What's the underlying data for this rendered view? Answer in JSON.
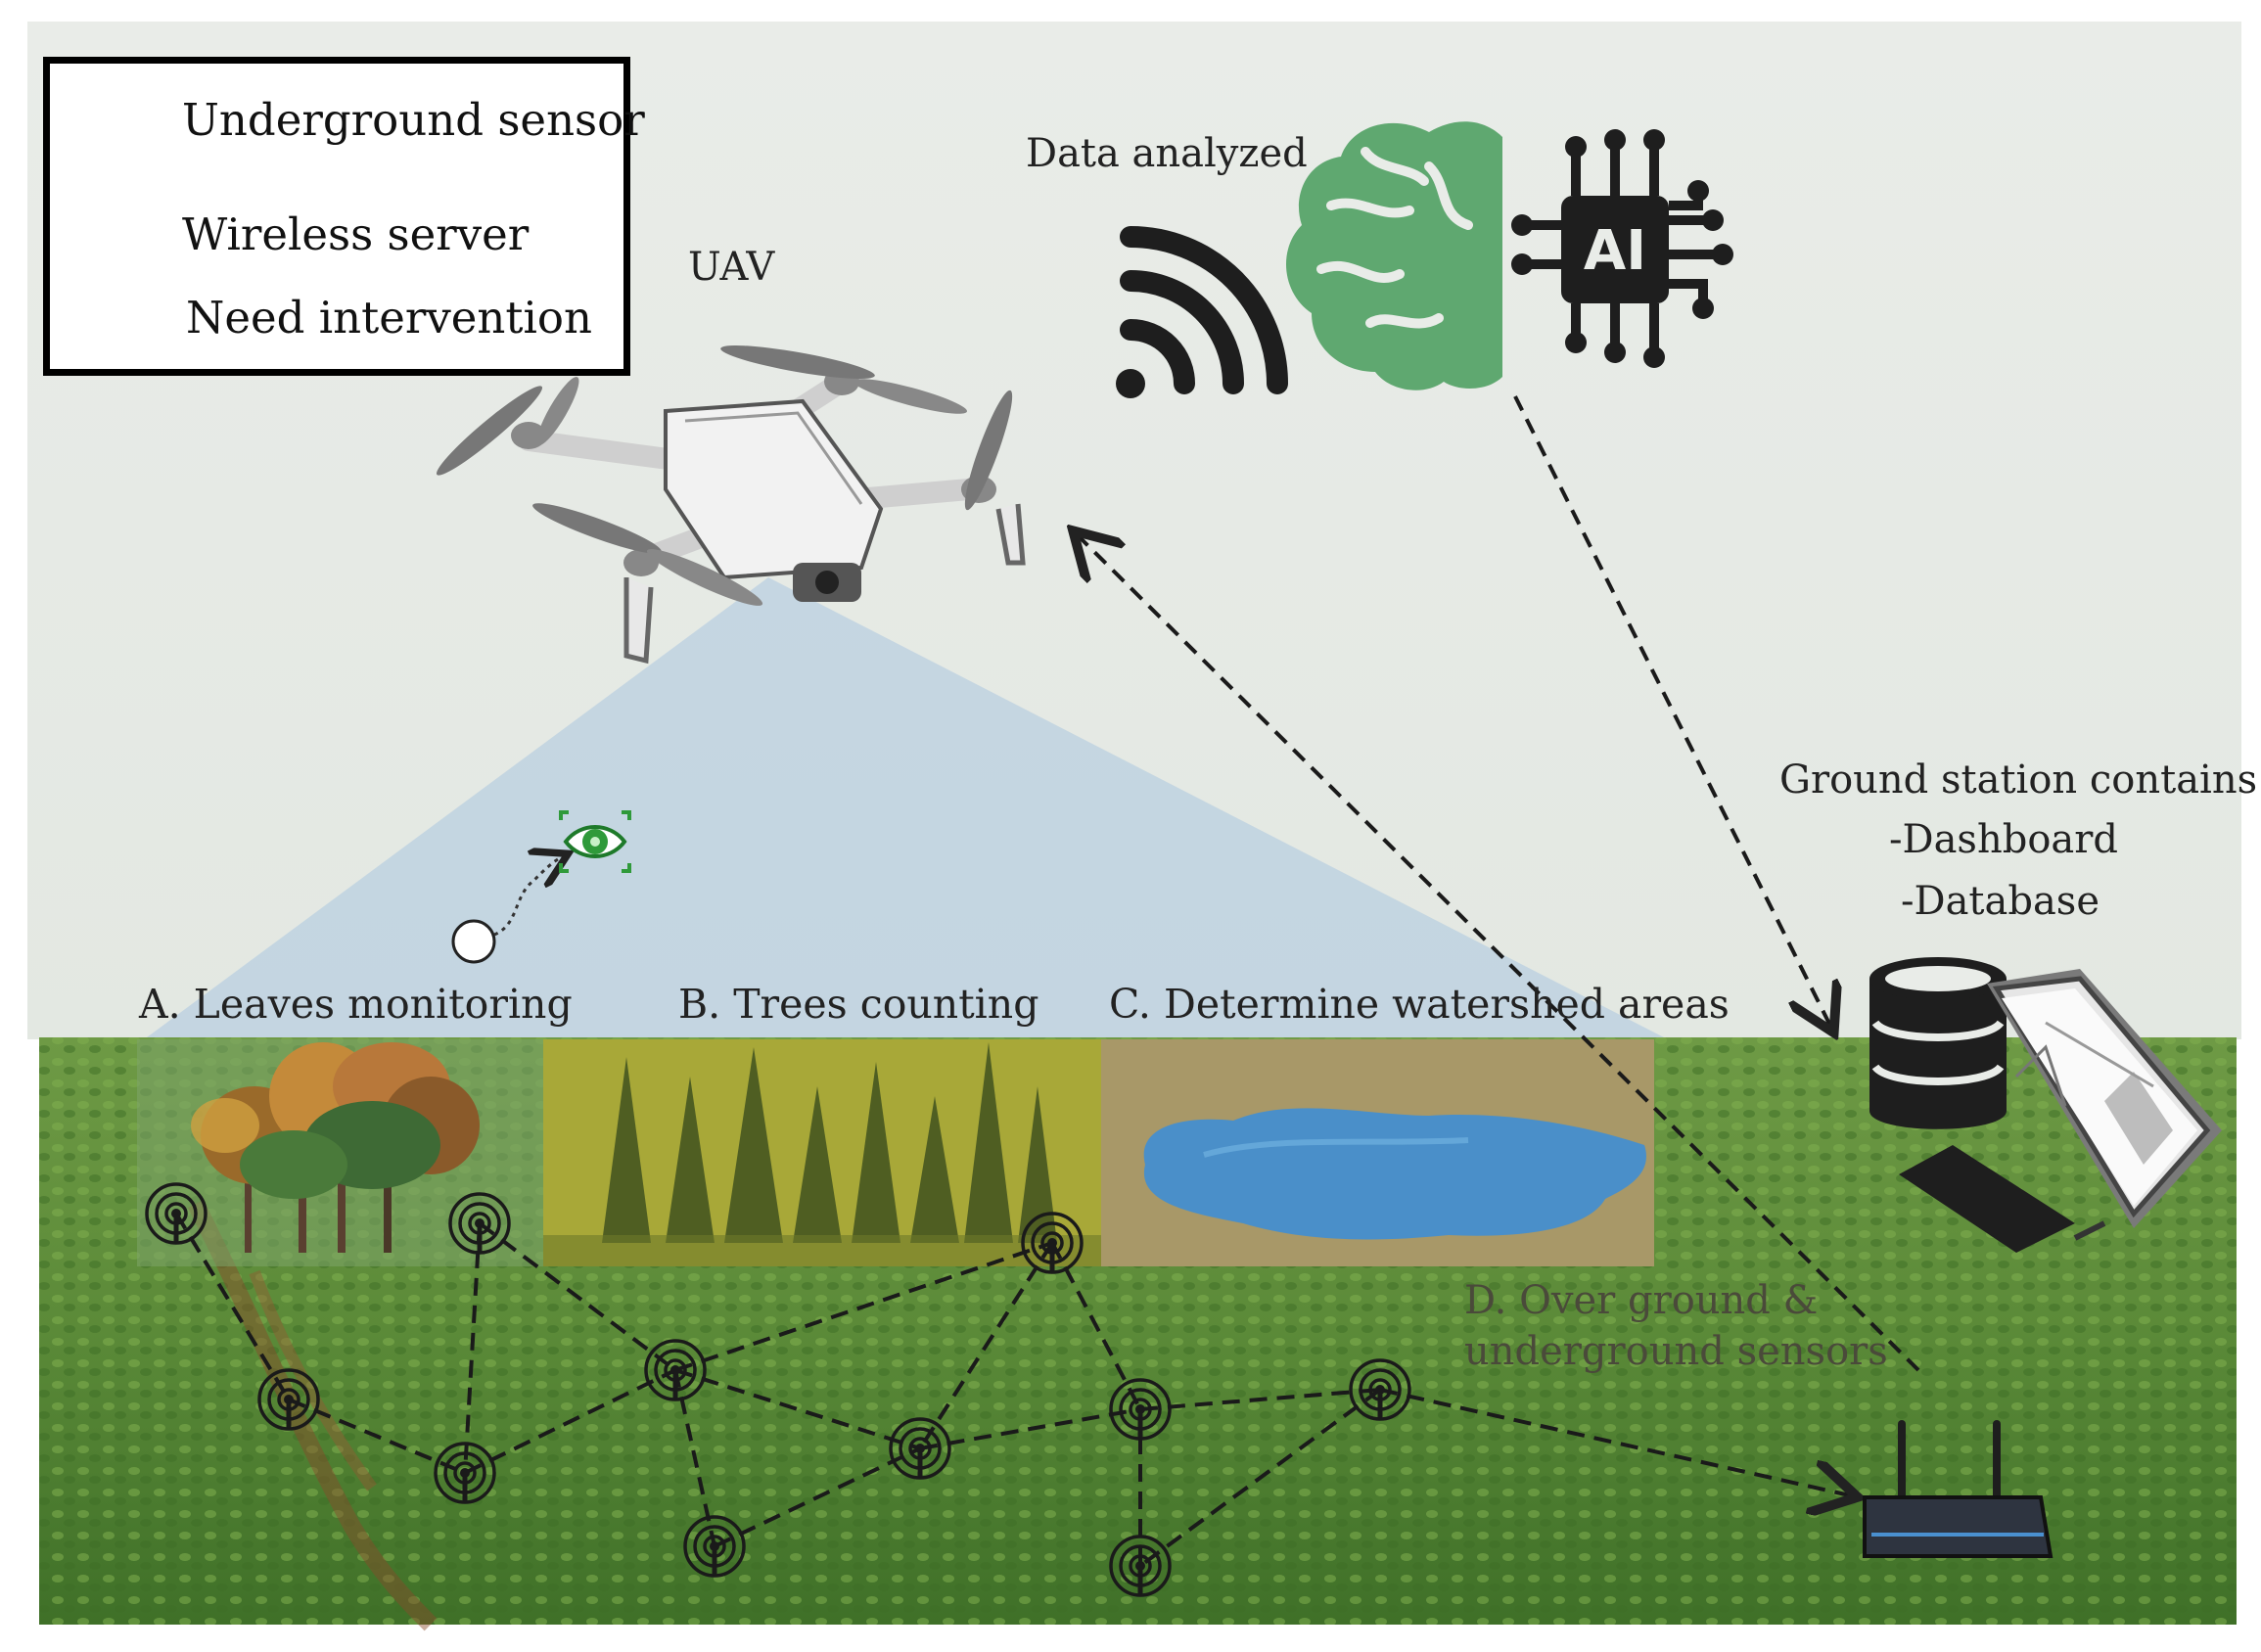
{
  "legend": {
    "underground_sensor": "Underground sensor",
    "wireless_server": "Wireless server",
    "need_intervention": "Need intervention"
  },
  "labels": {
    "uav": "UAV",
    "data_analyzed": "Data analyzed",
    "ai": "AI",
    "ground_station_line1": "Ground station contains",
    "ground_station_line2": "-Dashboard",
    "ground_station_line3": "-Database",
    "leaves_monitoring": "A. Leaves monitoring",
    "trees_counting": "B. Trees counting",
    "watershed": "C. Determine watershed areas",
    "sensors_line1": "D. Over ground &",
    "sensors_line2": "underground sensors"
  },
  "colors": {
    "sky": "#e9ece8",
    "field": "#5a8a3a",
    "field_dark": "#3f6e28",
    "brain_green": "#5fa870",
    "uav_cone": "#b9cfe0",
    "water": "#4a8fc9",
    "intervention_green": "#2f9a3a"
  }
}
